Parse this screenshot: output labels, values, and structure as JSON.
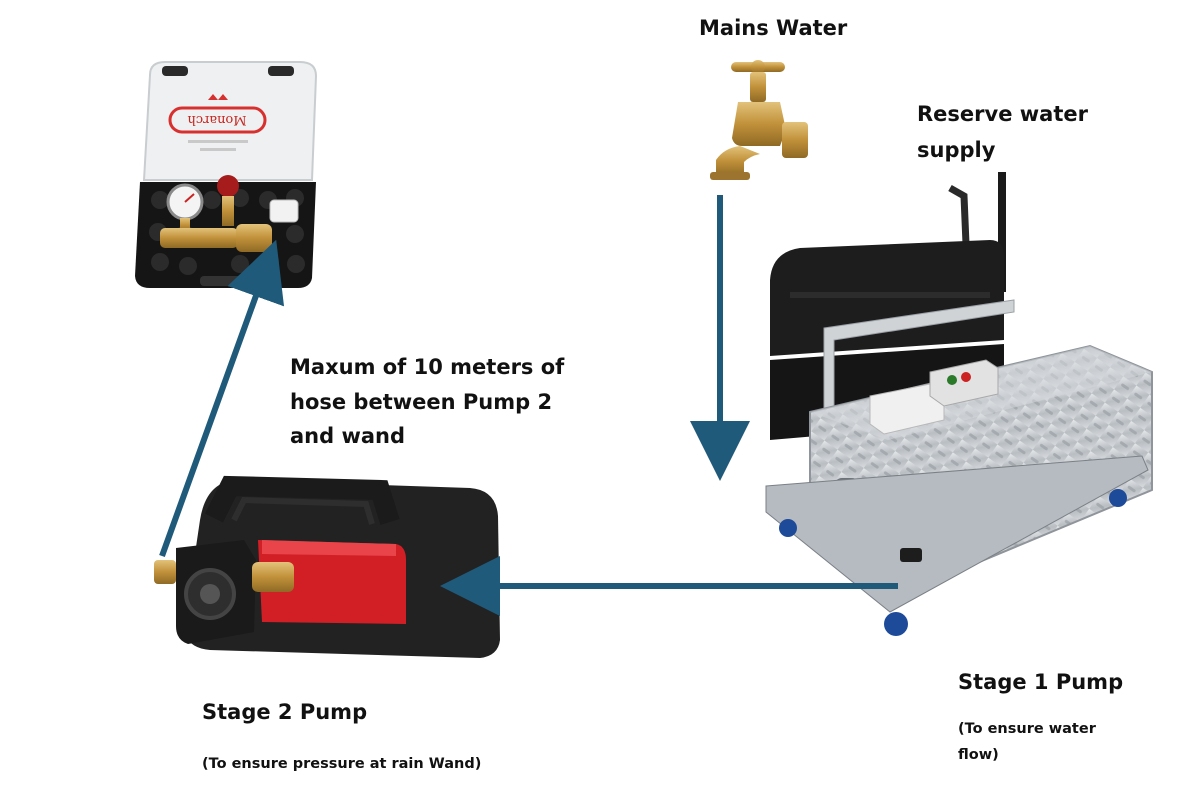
{
  "labels": {
    "mains_water": "Mains Water",
    "reserve_water_line1": "Reserve water",
    "reserve_water_line2": "supply",
    "hose_line1": "Maxum of 10 meters of",
    "hose_line2": "hose between Pump 2",
    "hose_line3": "and wand",
    "stage2_title": "Stage 2 Pump",
    "stage2_note": "(To ensure pressure at rain Wand)",
    "stage1_title": "Stage 1 Pump",
    "stage1_note_line1": "(To ensure water",
    "stage1_note_line2": "flow)"
  },
  "case_brand": "Monarch",
  "colors": {
    "arrow": "#1f5a7a",
    "case_shell": "#e9ecee",
    "case_foam": "#141414",
    "brass": "#c99a3a",
    "pump_red": "#d21f26",
    "pump_black": "#232323",
    "tank_black": "#1c1c1c",
    "aluminium": "#c8ccd0"
  }
}
